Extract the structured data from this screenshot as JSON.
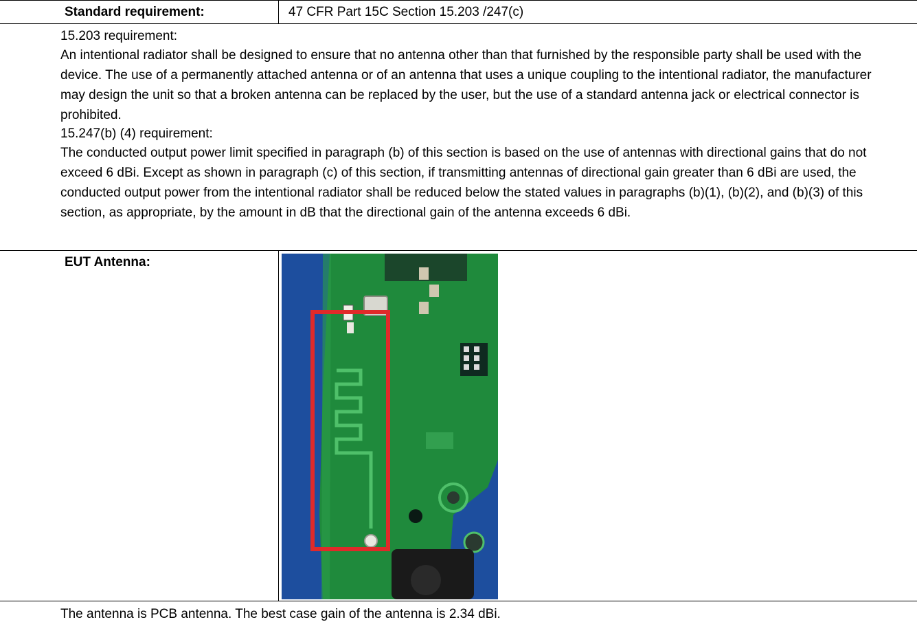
{
  "header": {
    "standard_label": "Standard requirement:",
    "standard_value": "47 CFR Part 15C Section 15.203 /247(c)"
  },
  "requirements": {
    "req1_heading": "15.203 requirement:",
    "req1_text": "An intentional radiator shall be designed to ensure that no antenna other than that furnished by the responsible party shall be used with the device.  The use of a permanently attached antenna or of an antenna that uses a unique coupling to the intentional radiator, the manufacturer may design the unit so that a broken antenna can be replaced by the user, but the use of a standard antenna jack or electrical connector is prohibited.",
    "req2_heading": "15.247(b) (4) requirement:",
    "req2_text": "The conducted output power limit specified in paragraph (b) of this section is based on the use of antennas with directional gains that do not exceed 6 dBi. Except as shown in paragraph (c) of this section, if transmitting antennas of directional gain greater than 6 dBi are used, the conducted output power from the intentional radiator shall be reduced below the stated values in paragraphs (b)(1), (b)(2), and (b)(3) of this section, as appropriate, by the amount in dB that the directional gain of the antenna exceeds 6 dBi."
  },
  "eut": {
    "label": "EUT Antenna:",
    "photo_highlight_color": "#e02a2a",
    "pcb_color": "#1f8a3c",
    "background_color": "#1d4e9e"
  },
  "conclusion": {
    "text": "The antenna is PCB antenna. The best case gain of the antenna is 2.34 dBi."
  }
}
